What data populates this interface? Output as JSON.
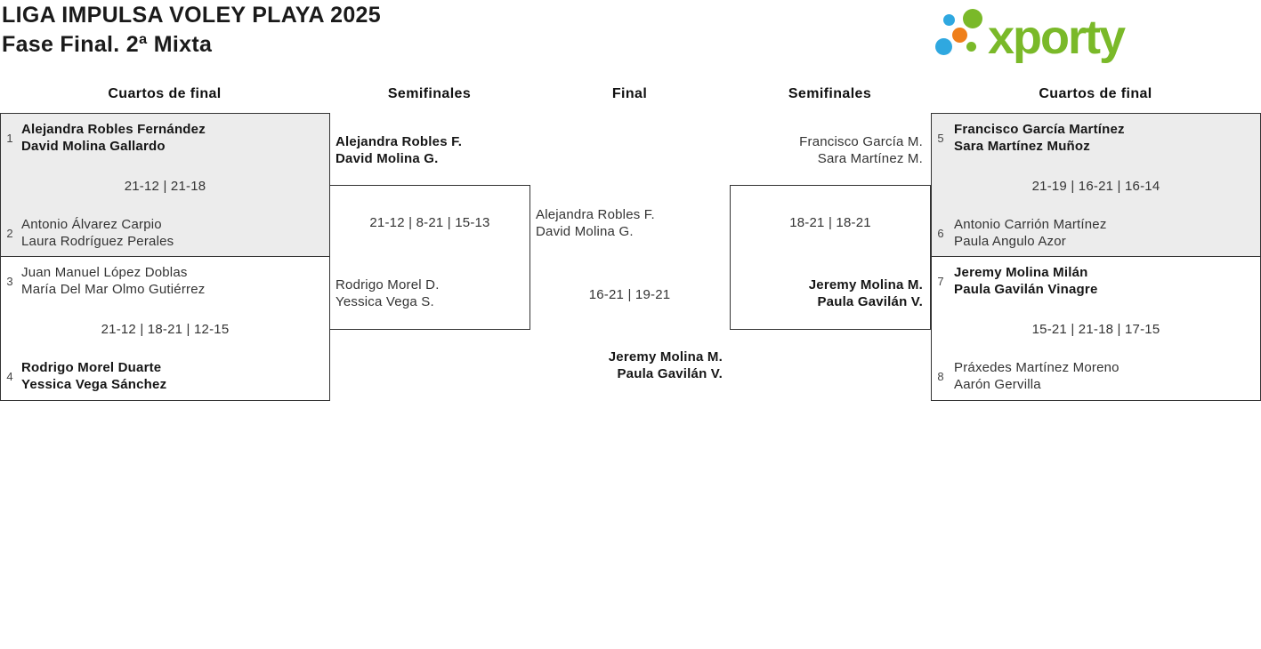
{
  "app": {
    "title_line1": "LIGA IMPULSA VOLEY PLAYA 2025",
    "title_line2": "Fase Final. 2ª Mixta"
  },
  "logo": {
    "text": "xporty",
    "green": "#7ab929",
    "blue": "#2fa8e0",
    "orange": "#ef7f1a"
  },
  "colors": {
    "box_border": "#333333",
    "box_gray_bg": "#ececec",
    "winner_text": "#161616",
    "normal_text": "#333333"
  },
  "round_headers": {
    "qf_left": "Cuartos de final",
    "sf_left": "Semifinales",
    "final": "Final",
    "sf_right": "Semifinales",
    "qf_right": "Cuartos de final"
  },
  "matches": {
    "qf1": {
      "seed_a": "1",
      "team_a": [
        "Alejandra Robles Fernández",
        "David Molina Gallardo"
      ],
      "score": "21-12 | 21-18",
      "seed_b": "2",
      "team_b": [
        "Antonio Álvarez Carpio",
        "Laura Rodríguez Perales"
      ],
      "winner": "a"
    },
    "qf2": {
      "seed_a": "3",
      "team_a": [
        "Juan Manuel López Doblas",
        "María Del Mar Olmo Gutiérrez"
      ],
      "score": "21-12 | 18-21 | 12-15",
      "seed_b": "4",
      "team_b": [
        "Rodrigo Morel Duarte",
        "Yessica Vega Sánchez"
      ],
      "winner": "b"
    },
    "sf1": {
      "team_a": [
        "Alejandra Robles F.",
        "David Molina G."
      ],
      "score": "21-12 | 8-21 | 15-13",
      "team_b": [
        "Rodrigo Morel D.",
        "Yessica Vega S."
      ],
      "winner": "a"
    },
    "final": {
      "team_a": [
        "Alejandra Robles F.",
        "David Molina G."
      ],
      "score": "16-21 | 19-21",
      "team_b": [
        "Jeremy Molina M.",
        "Paula Gavilán V."
      ],
      "winner": "b"
    },
    "sf2": {
      "team_a": [
        "Francisco García M.",
        "Sara Martínez M."
      ],
      "score": "18-21 | 18-21",
      "team_b": [
        "Jeremy Molina M.",
        "Paula Gavilán V."
      ],
      "winner": "b"
    },
    "qf3": {
      "seed_a": "5",
      "team_a": [
        "Francisco García Martínez",
        "Sara Martínez Muñoz"
      ],
      "score": "21-19 | 16-21 | 16-14",
      "seed_b": "6",
      "team_b": [
        "Antonio Carrión Martínez",
        "Paula Angulo Azor"
      ],
      "winner": "a"
    },
    "qf4": {
      "seed_a": "7",
      "team_a": [
        "Jeremy Molina Milán",
        "Paula Gavilán Vinagre"
      ],
      "score": "15-21 | 21-18 | 17-15",
      "seed_b": "8",
      "team_b": [
        "Práxedes Martínez Moreno",
        "Aarón Gervilla"
      ],
      "winner": "a"
    }
  }
}
